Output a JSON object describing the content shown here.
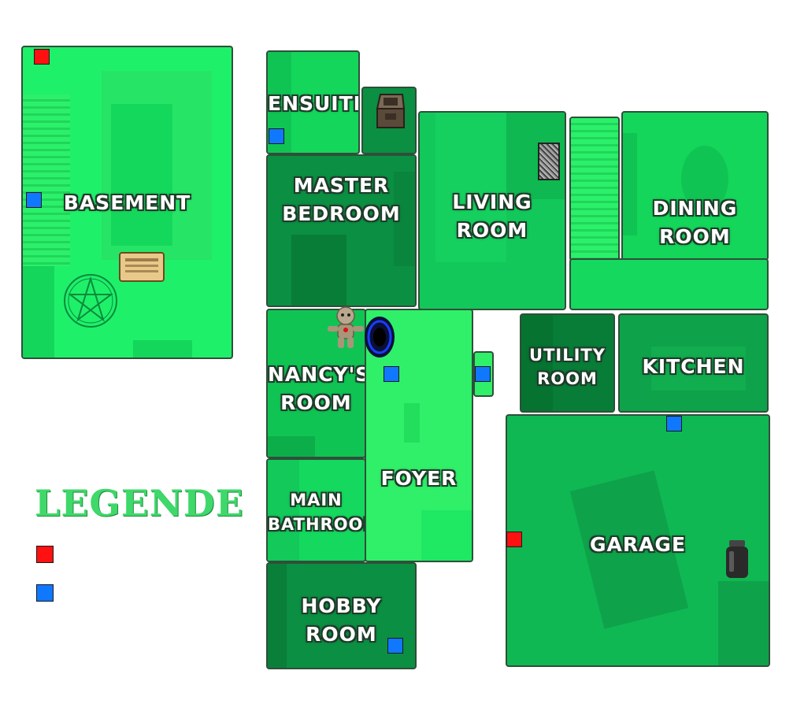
{
  "rooms": {
    "basement": "BASEMENT",
    "ensuite": "ENSUITE",
    "master_bedroom": [
      "MASTER",
      "BEDROOM"
    ],
    "living_room": [
      "LIVING",
      "ROOM"
    ],
    "dining_room": [
      "DINING",
      "ROOM"
    ],
    "nancys_room": [
      "NANCY'S",
      "ROOM"
    ],
    "utility_room": [
      "UTILITY",
      "ROOM"
    ],
    "kitchen": "KITCHEN",
    "main_bathroom": [
      "MAIN",
      "BATHROOM"
    ],
    "foyer": "FOYER",
    "garage": "GARAGE",
    "hobby_room": [
      "HOBBY",
      "ROOM"
    ]
  },
  "legend": {
    "title": "LEGENDE",
    "red_label": "",
    "blue_label": ""
  },
  "colors": {
    "red_marker": "#ff1111",
    "blue_marker": "#0f78ff",
    "light_green": "#1ff06a",
    "mid_green": "#10c85a",
    "dark_green": "#0b8f42"
  },
  "icons": {
    "ouija_board": "ouija-board-icon",
    "pentagram": "pentagram-icon",
    "music_box": "music-box-icon",
    "tv_static": "tv-static-icon",
    "voodoo_doll": "voodoo-doll-icon",
    "portal": "portal-icon",
    "jar": "jar-icon"
  }
}
